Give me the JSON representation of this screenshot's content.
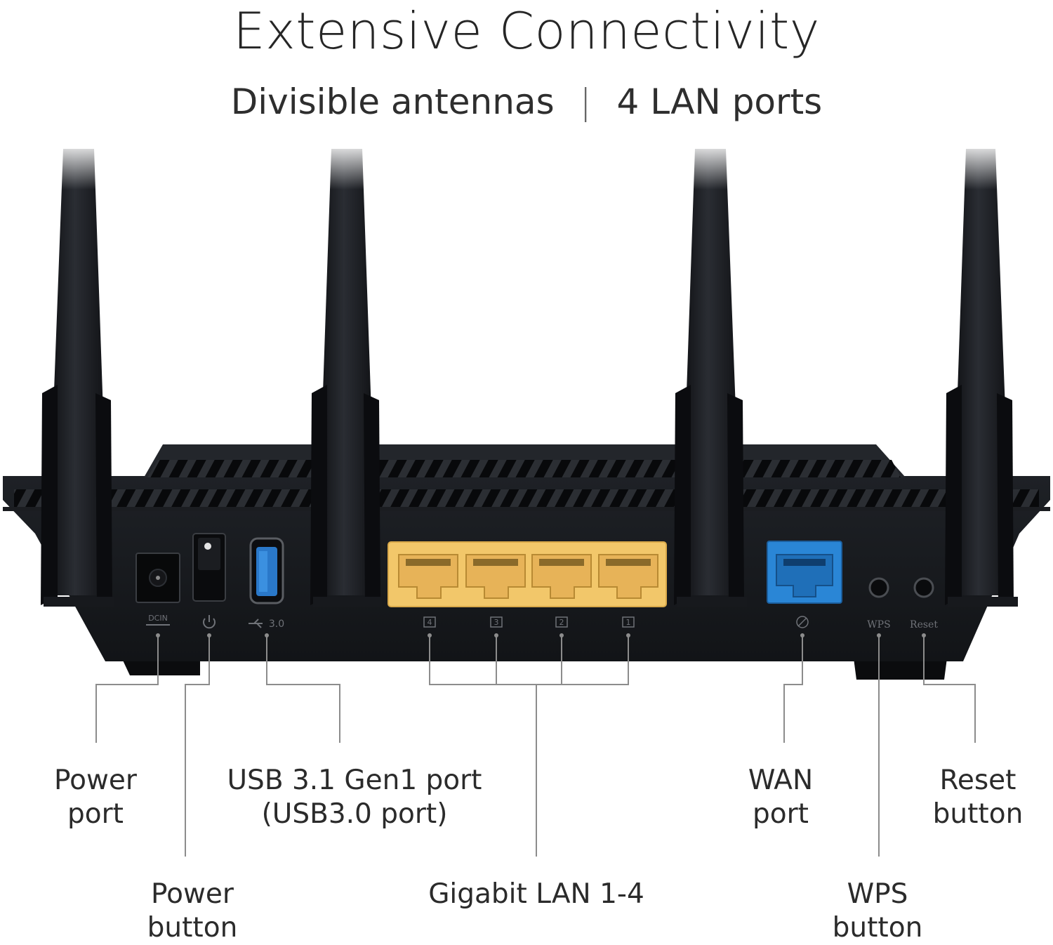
{
  "title": "Extensive Connectivity",
  "subtitle": {
    "left": "Divisible antennas",
    "separator": "|",
    "right": "4 LAN ports"
  },
  "panel_markings": {
    "dcin": "DCIN",
    "usb": "3.0",
    "lan_numbers": [
      "4",
      "3",
      "2",
      "1"
    ],
    "wps": "WPS",
    "reset": "Reset"
  },
  "callouts": {
    "power_port": [
      "Power",
      "port"
    ],
    "power_button": [
      "Power",
      "button"
    ],
    "usb_port": [
      "USB 3.1 Gen1 port",
      "(USB3.0 port)"
    ],
    "lan": [
      "Gigabit LAN 1-4"
    ],
    "wan_port": [
      "WAN",
      "port"
    ],
    "wps_button": [
      "WPS",
      "button"
    ],
    "reset_button": [
      "Reset",
      "button"
    ]
  },
  "colors": {
    "router_body": "#17191d",
    "lan_port": "#f2c76a",
    "wan_port": "#2a86d6",
    "usb_port": "#2a78c9",
    "leader_line": "#8c8c8c"
  }
}
